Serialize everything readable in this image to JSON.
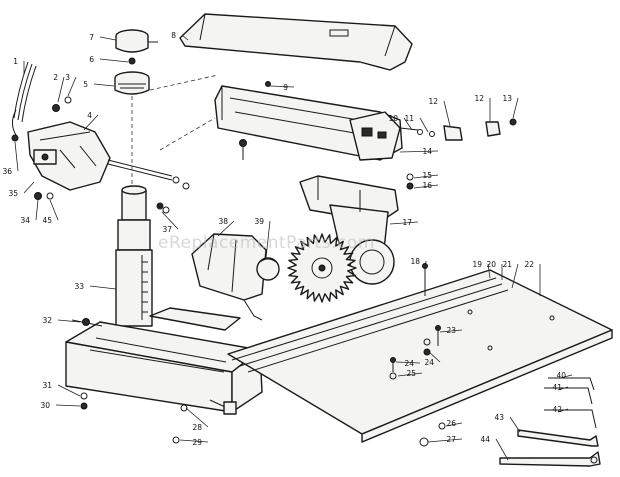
{
  "watermark": "eReplacementParts.com",
  "callouts": [
    "1",
    "2",
    "3",
    "4",
    "5",
    "6",
    "7",
    "8",
    "9",
    "10",
    "11",
    "12",
    "12",
    "13",
    "14",
    "15",
    "16",
    "17",
    "18",
    "19",
    "20",
    "21",
    "22",
    "23",
    "24",
    "24",
    "25",
    "26",
    "27",
    "28",
    "29",
    "30",
    "31",
    "32",
    "33",
    "34",
    "35",
    "36",
    "37",
    "38",
    "39",
    "40",
    "41",
    "42",
    "43",
    "44",
    "45",
    "3"
  ]
}
